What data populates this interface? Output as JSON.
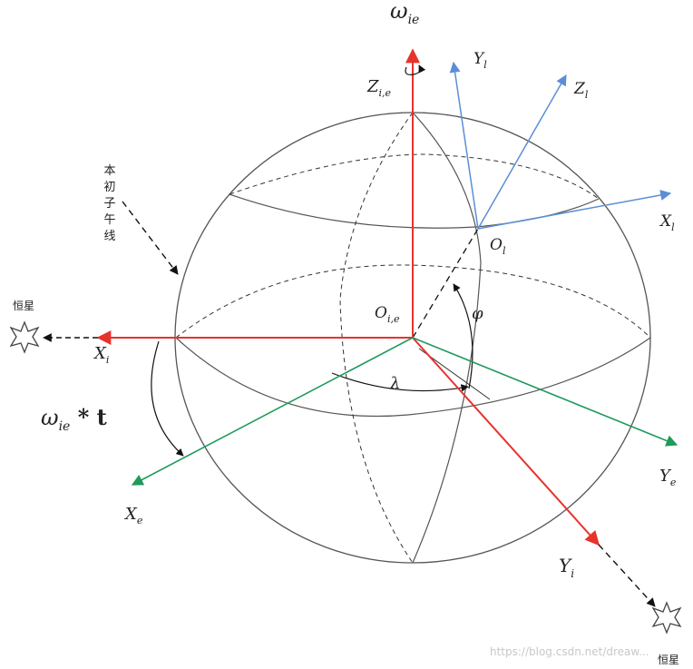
{
  "labels": {
    "omega_ie": "ω",
    "omega_ie_sub": "ie",
    "z_ie": "Z",
    "z_ie_sub": "i,e",
    "y_l": "Y",
    "y_l_sub": "l",
    "z_l": "Z",
    "z_l_sub": "l",
    "x_l": "X",
    "x_l_sub": "l",
    "o_l": "O",
    "o_l_sub": "l",
    "o_ie": "O",
    "o_ie_sub": "i,e",
    "x_i": "X",
    "x_i_sub": "i",
    "y_i": "Y",
    "y_i_sub": "i",
    "x_e": "X",
    "x_e_sub": "e",
    "y_e": "Y",
    "y_e_sub": "e",
    "phi": "φ",
    "lambda": "λ",
    "omega_t": "ω",
    "omega_t_sub": "ie",
    "omega_t_tail": " * t",
    "prime_meridian": [
      "本",
      "初",
      "子",
      "午",
      "线"
    ],
    "star_left": "恒星",
    "star_right": "恒星",
    "watermark": "https://blog.csdn.net/dreaw..."
  },
  "colors": {
    "inertial_axis": "#e8322c",
    "earth_axis": "#1e9a5a",
    "local_axis": "#5b8ed6",
    "sphere_line": "#555555",
    "dashed_line": "#333333"
  }
}
